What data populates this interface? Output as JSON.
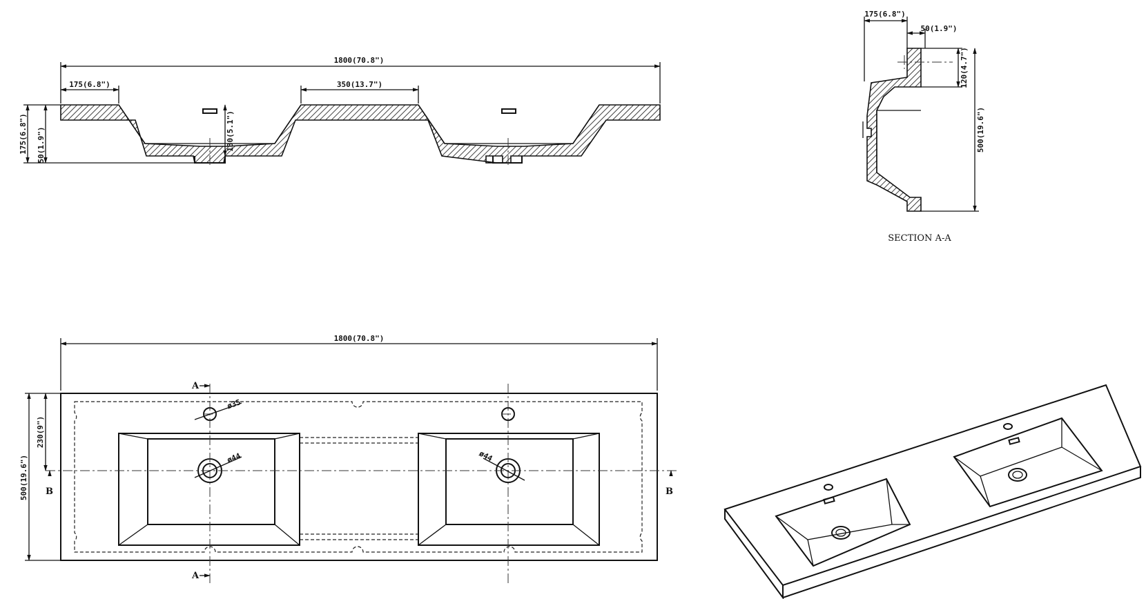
{
  "elevation": {
    "overall_width": "1800(70.8\")",
    "edge_offset": "175(6.8\")",
    "middle_gap": "350(13.7\")",
    "total_height": "175(6.8\")",
    "top_thickness": "50(1.9\")",
    "basin_depth": "130(5.1\")"
  },
  "section": {
    "depth_top": "175(6.8\")",
    "wall": "50(1.9\")",
    "backsplash": "120(4.7\")",
    "overall_depth": "500(19.6\")",
    "caption": "SECTION A-A"
  },
  "plan": {
    "overall_width": "1800(70.8\")",
    "faucet_offset": "230(9\")",
    "overall_depth": "500(19.6\")",
    "faucet_hole": "ø35",
    "drain_left": "ø44",
    "drain_right": "ø44",
    "section_a_top": "A",
    "section_a_bottom": "A",
    "section_b_left": "B",
    "section_b_right": "B"
  }
}
